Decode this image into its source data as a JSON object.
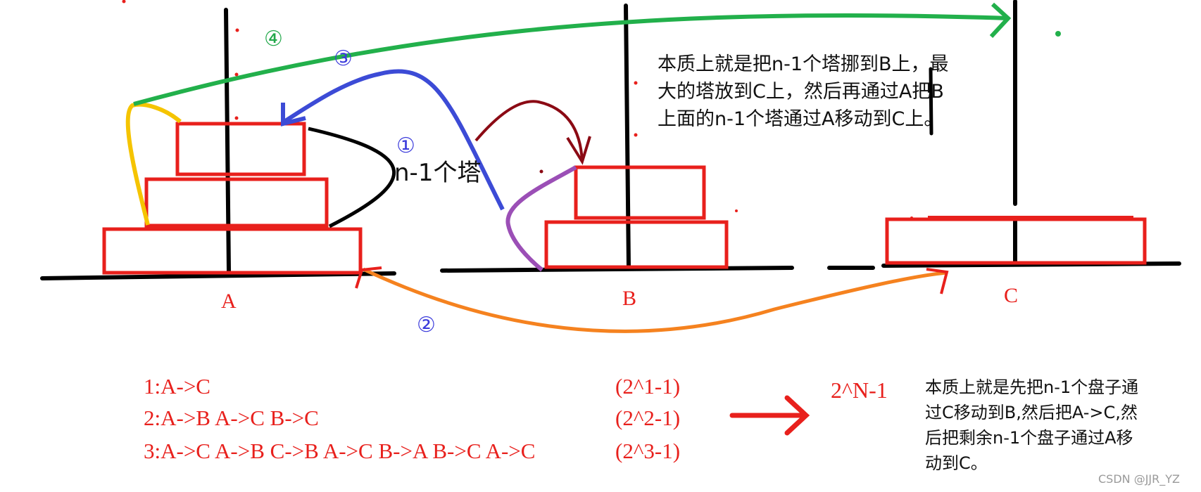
{
  "colors": {
    "disk_red": "#e8201c",
    "rod_black": "#000000",
    "step1_black": "#000000",
    "step2_orange": "#f5821f",
    "step3_blue": "#3c4bd6",
    "step4_green": "#22b04b",
    "yellow": "#f5c400",
    "purple": "#9b4fb6",
    "darkred": "#8b0a14"
  },
  "pegs": {
    "a": "A",
    "b": "B",
    "c": "C"
  },
  "markers": {
    "m1": "①",
    "m2": "②",
    "m3": "③",
    "m4": "④"
  },
  "tower_label": "n-1个塔",
  "top_note": [
    "本质上就是把n-1个塔挪到B上，最",
    "大的塔放到C上，然后再通过A把B",
    "上面的n-1个塔通过A移动到C上。"
  ],
  "steps": [
    {
      "moves": "1:A->C",
      "count": "(2^1-1)"
    },
    {
      "moves": "2:A->B A->C B->C",
      "count": "(2^2-1)"
    },
    {
      "moves": "3:A->C A->B C->B A->C B->A B->C A->C",
      "count": "(2^3-1)"
    }
  ],
  "formula": "2^N-1",
  "bottom_note": [
    "本质上就是先把n-1个盘子通",
    "过C移动到B,然后把A->C,然",
    "后把剩余n-1个盘子通过A移",
    "动到C。"
  ],
  "watermark": "CSDN @JJR_YZ"
}
